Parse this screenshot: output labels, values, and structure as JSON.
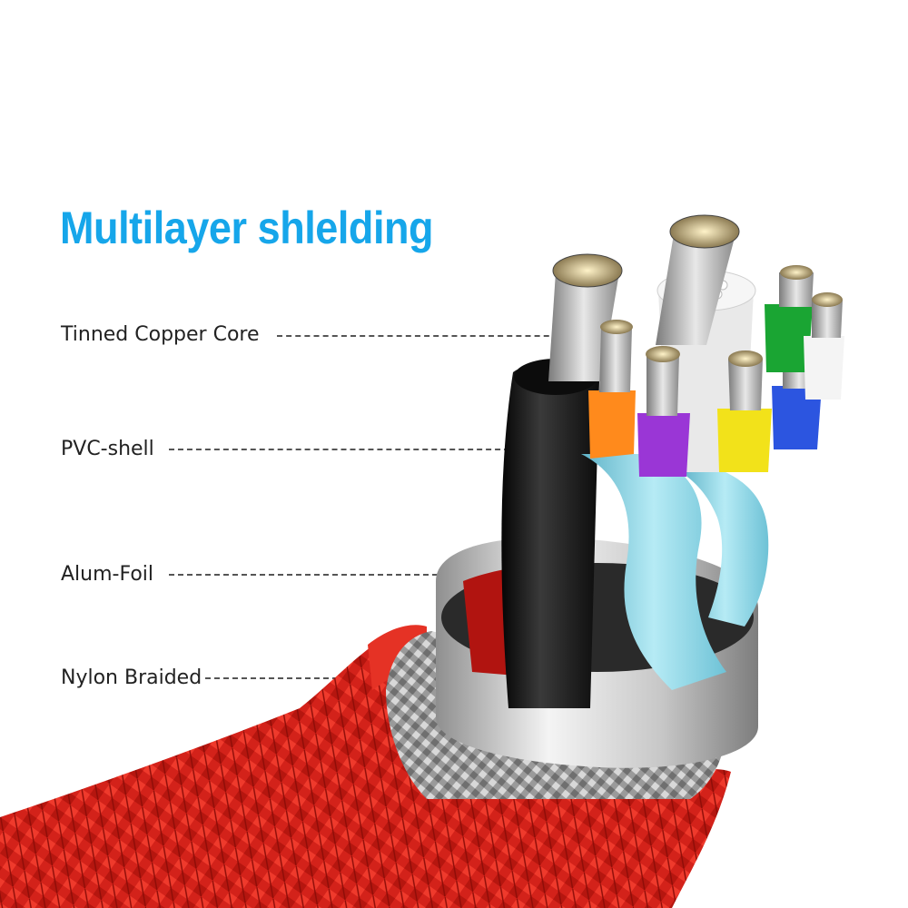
{
  "title": "Multilayer shlelding",
  "layers": [
    {
      "label": "Tinned Copper Core"
    },
    {
      "label": "PVC-shell"
    },
    {
      "label": "Alum-Foil"
    },
    {
      "label": "Nylon Braided"
    }
  ],
  "colors": {
    "title": "#16a6ea",
    "braid": "#e0241b",
    "foil": "#c9c9c9",
    "pvc_black": "#151515",
    "pvc_red": "#c1120e",
    "ribbon": "#8ed3e3",
    "wire_colors": [
      "#ff8a1c",
      "#9a36d6",
      "#f2e21a",
      "#2c55e0",
      "#1aa533",
      "#ffffff"
    ]
  }
}
